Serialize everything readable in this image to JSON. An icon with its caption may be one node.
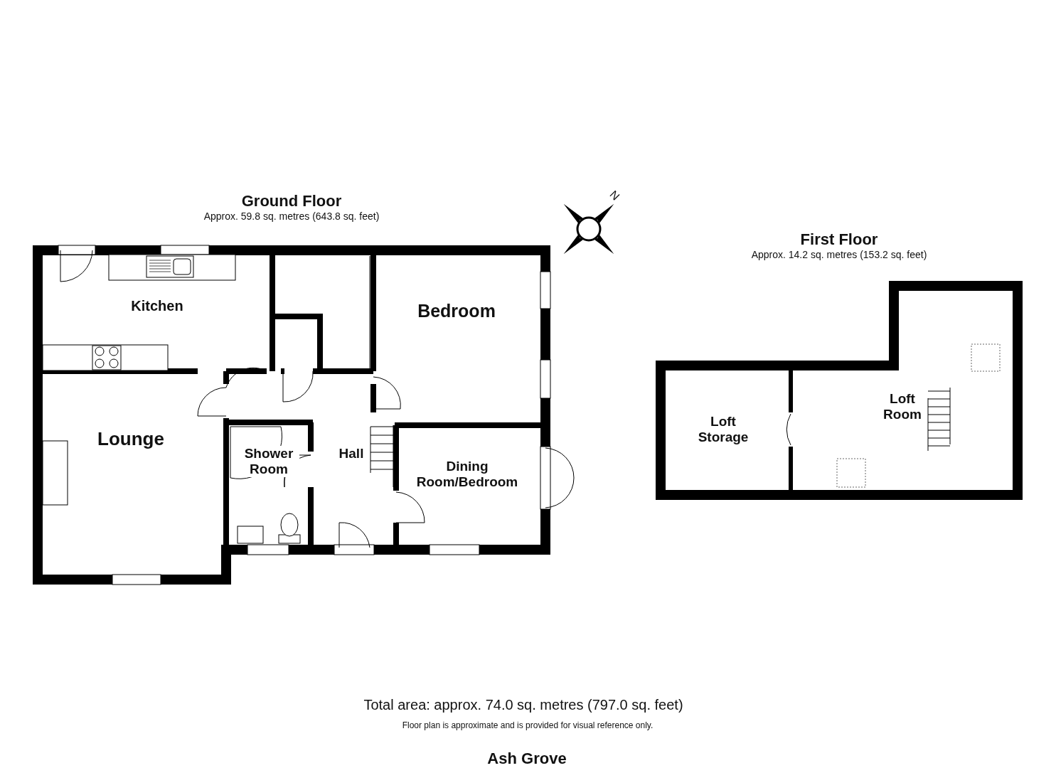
{
  "diagram": {
    "nodes": [
      {
        "text": [
          "Ground Floor",
          "Approx. 59.8 sq. metres (643.8 sq. feet)"
        ]
      },
      {
        "text": [
          "Kitchen"
        ],
        "in": 0
      },
      {
        "text": [
          "Bedroom"
        ],
        "in": 0
      },
      {
        "text": [
          "Lounge"
        ],
        "in": 0
      },
      {
        "text": [
          "Shower Room"
        ],
        "in": 0
      },
      {
        "text": [
          "Hall"
        ],
        "in": 0
      },
      {
        "text": [
          "Dining Room/Bedroom"
        ],
        "in": 0
      },
      {
        "text": [
          "First Floor",
          "Approx. 14.2 sq. metres (153.2 sq. feet)"
        ]
      },
      {
        "text": [
          "Loft Storage"
        ],
        "in": 7
      },
      {
        "text": [
          "Loft Room"
        ],
        "in": 7
      }
    ],
    "edges": [],
    "labels": [
      "N",
      "Total area: approx. 74.0 sq. metres (797.0 sq. feet)",
      "Floor plan is approximate and is provided for visual reference only.",
      "Ash Grove"
    ]
  }
}
